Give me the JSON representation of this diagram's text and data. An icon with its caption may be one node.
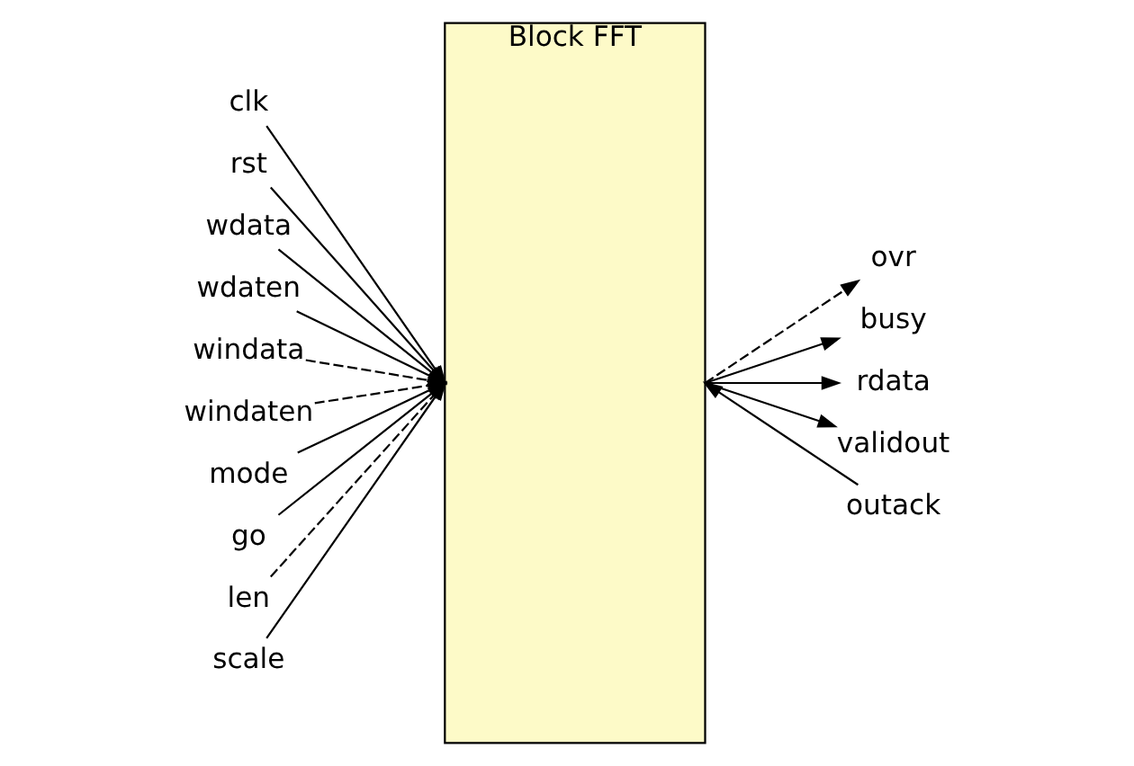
{
  "diagram": {
    "nodes": [
      {
        "text": [
          "Block FFT"
        ]
      },
      {
        "text": [
          "clk"
        ]
      },
      {
        "text": [
          "rst"
        ]
      },
      {
        "text": [
          "wdata"
        ]
      },
      {
        "text": [
          "wdaten"
        ]
      },
      {
        "text": [
          "windata"
        ]
      },
      {
        "text": [
          "windaten"
        ]
      },
      {
        "text": [
          "mode"
        ]
      },
      {
        "text": [
          "go"
        ]
      },
      {
        "text": [
          "len"
        ]
      },
      {
        "text": [
          "scale"
        ]
      },
      {
        "text": [
          "ovr"
        ]
      },
      {
        "text": [
          "busy"
        ]
      },
      {
        "text": [
          "rdata"
        ]
      },
      {
        "text": [
          "validout"
        ]
      },
      {
        "text": [
          "outack"
        ]
      }
    ],
    "edges": [
      {
        "from": 1,
        "to": 0,
        "arrow": "to"
      },
      {
        "from": 2,
        "to": 0,
        "arrow": "to"
      },
      {
        "from": 3,
        "to": 0,
        "arrow": "to"
      },
      {
        "from": 4,
        "to": 0,
        "arrow": "to"
      },
      {
        "from": 5,
        "to": 0,
        "arrow": "to",
        "style": "dashed"
      },
      {
        "from": 6,
        "to": 0,
        "arrow": "to",
        "style": "dashed"
      },
      {
        "from": 7,
        "to": 0,
        "arrow": "to"
      },
      {
        "from": 8,
        "to": 0,
        "arrow": "to"
      },
      {
        "from": 9,
        "to": 0,
        "arrow": "to",
        "style": "dashed"
      },
      {
        "from": 10,
        "to": 0,
        "arrow": "to"
      },
      {
        "from": 0,
        "to": 11,
        "arrow": "to",
        "style": "dashed"
      },
      {
        "from": 0,
        "to": 12,
        "arrow": "to"
      },
      {
        "from": 0,
        "to": 13,
        "arrow": "to"
      },
      {
        "from": 0,
        "to": 14,
        "arrow": "to"
      },
      {
        "from": 15,
        "to": 0,
        "arrow": "to"
      }
    ]
  }
}
